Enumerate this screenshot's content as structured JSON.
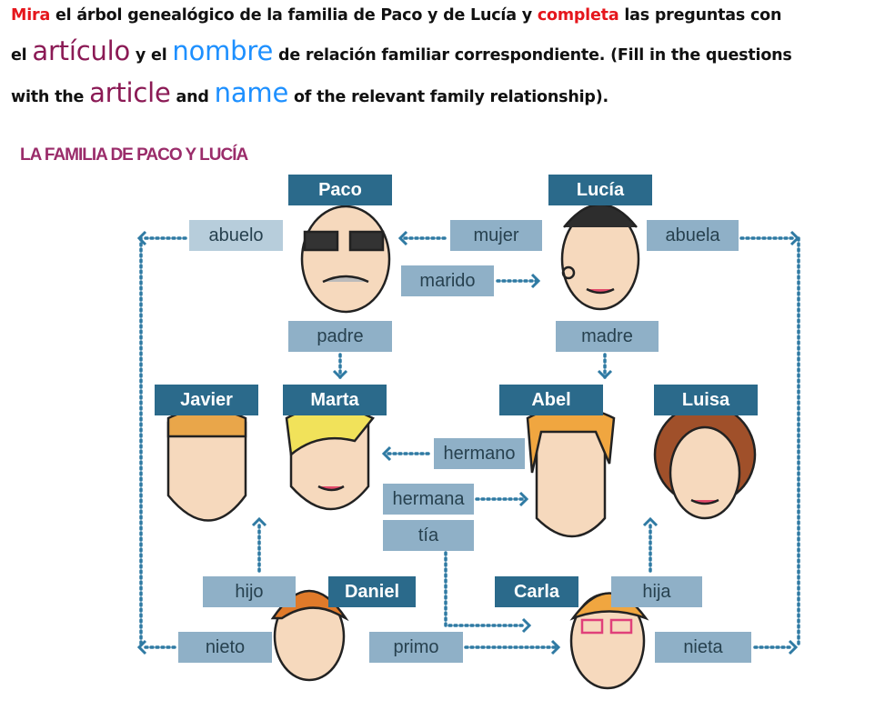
{
  "instructions": {
    "w1": "Mira",
    "w2": " el árbol genealógico de la familia de Paco y de Lucía y ",
    "w3": "completa",
    "w4": " las preguntas con",
    "w5": "el ",
    "w6": "artículo",
    "w7": " y el ",
    "w8": "nombre",
    "w9": " de relación familiar correspondiente. (Fill in the questions",
    "w10": "with the ",
    "w11": "article",
    "w12": " and ",
    "w13": "name",
    "w14": " of the relevant family relationship)."
  },
  "tree": {
    "title": "LA FAMILIA DE PACO Y LUCÍA",
    "names": {
      "paco": "Paco",
      "lucia": "Lucía",
      "javier": "Javier",
      "marta": "Marta",
      "abel": "Abel",
      "luisa": "Luisa",
      "daniel": "Daniel",
      "carla": "Carla"
    },
    "relations": {
      "abuelo": "abuelo",
      "mujer": "mujer",
      "abuela": "abuela",
      "marido": "marido",
      "padre": "padre",
      "madre": "madre",
      "hermano": "hermano",
      "hermana": "hermana",
      "tia": "tía",
      "hijo": "hijo",
      "hija": "hija",
      "nieto": "nieto",
      "primo": "primo",
      "nieta": "nieta"
    }
  }
}
